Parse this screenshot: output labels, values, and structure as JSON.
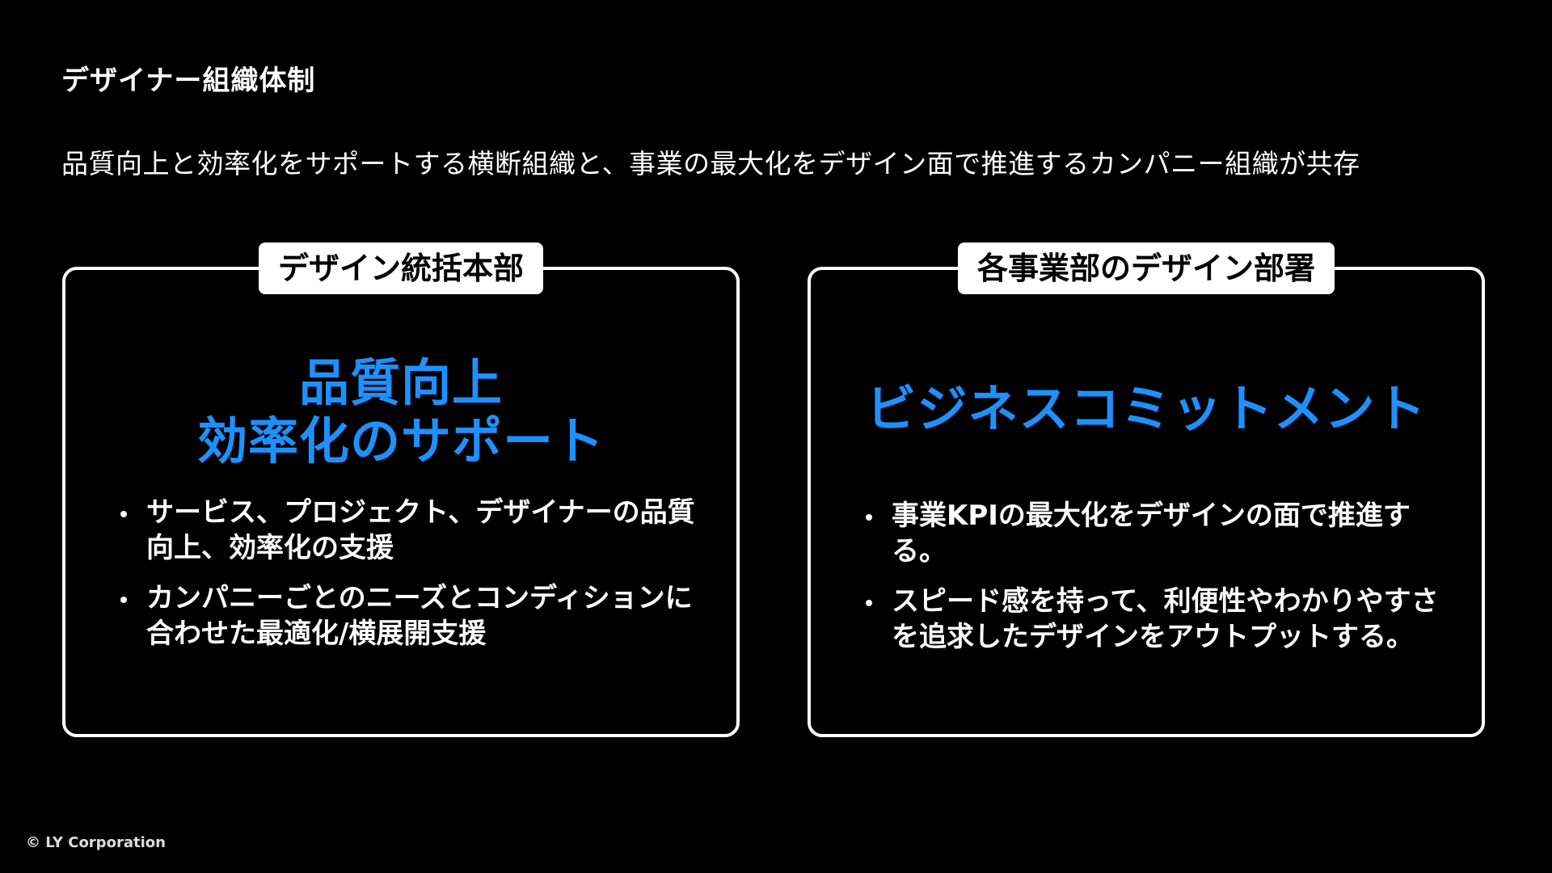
{
  "slide": {
    "title": "デザイナー組織体制",
    "subtitle": "品質向上と効率化をサポートする横断組織と、事業の最大化をデザイン面で推進するカンパニー組織が共存"
  },
  "panels": [
    {
      "label": "デザイン統括本部",
      "heading_line1": "品質向上",
      "heading_line2": "効率化のサポート",
      "bullets": [
        "サービス、プロジェクト、デザイナーの品質向上、効率化の支援",
        "カンパニーごとのニーズとコンディションに合わせた最適化/横展開支援"
      ]
    },
    {
      "label": "各事業部のデザイン部署",
      "heading_line1": "ビジネスコミットメント",
      "bullets": [
        "事業KPIの最大化をデザインの面で推進する。",
        "スピード感を持って、利便性やわかりやすさを追求したデザインをアウトプットする。"
      ]
    }
  ],
  "footer": {
    "copyright": "© LY Corporation"
  },
  "colors": {
    "background": "#000000",
    "accent": "#1e90ff",
    "text": "#ffffff"
  }
}
